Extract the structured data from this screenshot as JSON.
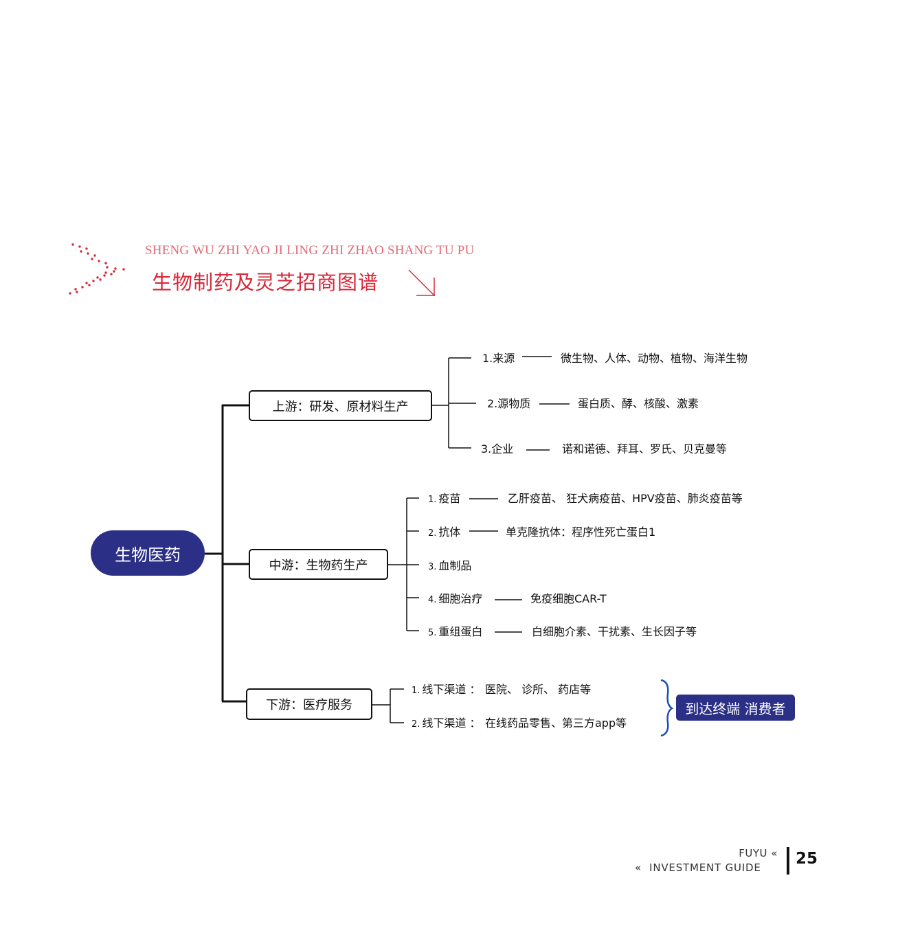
{
  "header": {
    "subtitle": "SHENG WU ZHI YAO JI LING ZHI ZHAO SHANG TU PU",
    "title": "生物制药及灵芝招商图谱"
  },
  "diagram": {
    "root": "生物医药",
    "upstream": {
      "label": "上游：研发、原材料生产",
      "items": [
        {
          "key": "1.来源",
          "value": "微生物、人体、动物、植物、海洋生物"
        },
        {
          "key": "2.源物质",
          "value": "蛋白质、酵、核酸、激素"
        },
        {
          "key": "3.企业",
          "value": "诺和诺德、拜耳、罗氏、贝克曼等"
        }
      ]
    },
    "midstream": {
      "label": "中游：生物药生产",
      "items": [
        {
          "num": "1.",
          "key": "疫苗",
          "value": "乙肝疫苗、 狂犬病疫苗、HPV疫苗、肺炎疫苗等"
        },
        {
          "num": "2.",
          "key": "抗体",
          "value": "单克隆抗体：程序性死亡蛋白1"
        },
        {
          "num": "3.",
          "key": "血制品",
          "value": ""
        },
        {
          "num": "4.",
          "key": "细胞治疗",
          "value": "免疫细胞CAR-T"
        },
        {
          "num": "5.",
          "key": "重组蛋白",
          "value": "白细胞介素、干扰素、生长因子等"
        }
      ]
    },
    "downstream": {
      "label": "下游：医疗服务",
      "items": [
        {
          "num": "1.",
          "key": "线下渠道 ：",
          "value": "医院、 诊所、 药店等"
        },
        {
          "num": "2.",
          "key": "线下渠道 ：",
          "value": "在线药品零售、第三方app等"
        }
      ],
      "badge": "到达终端 消费者"
    }
  },
  "footer": {
    "brand": "FUYU",
    "guide": "INVESTMENT GUIDE",
    "page": "25"
  },
  "colors": {
    "accent_red": "#d8283a",
    "subtitle_pink": "#e26a78",
    "navy": "#2b2f86",
    "brace_blue": "#1a4fb3"
  }
}
